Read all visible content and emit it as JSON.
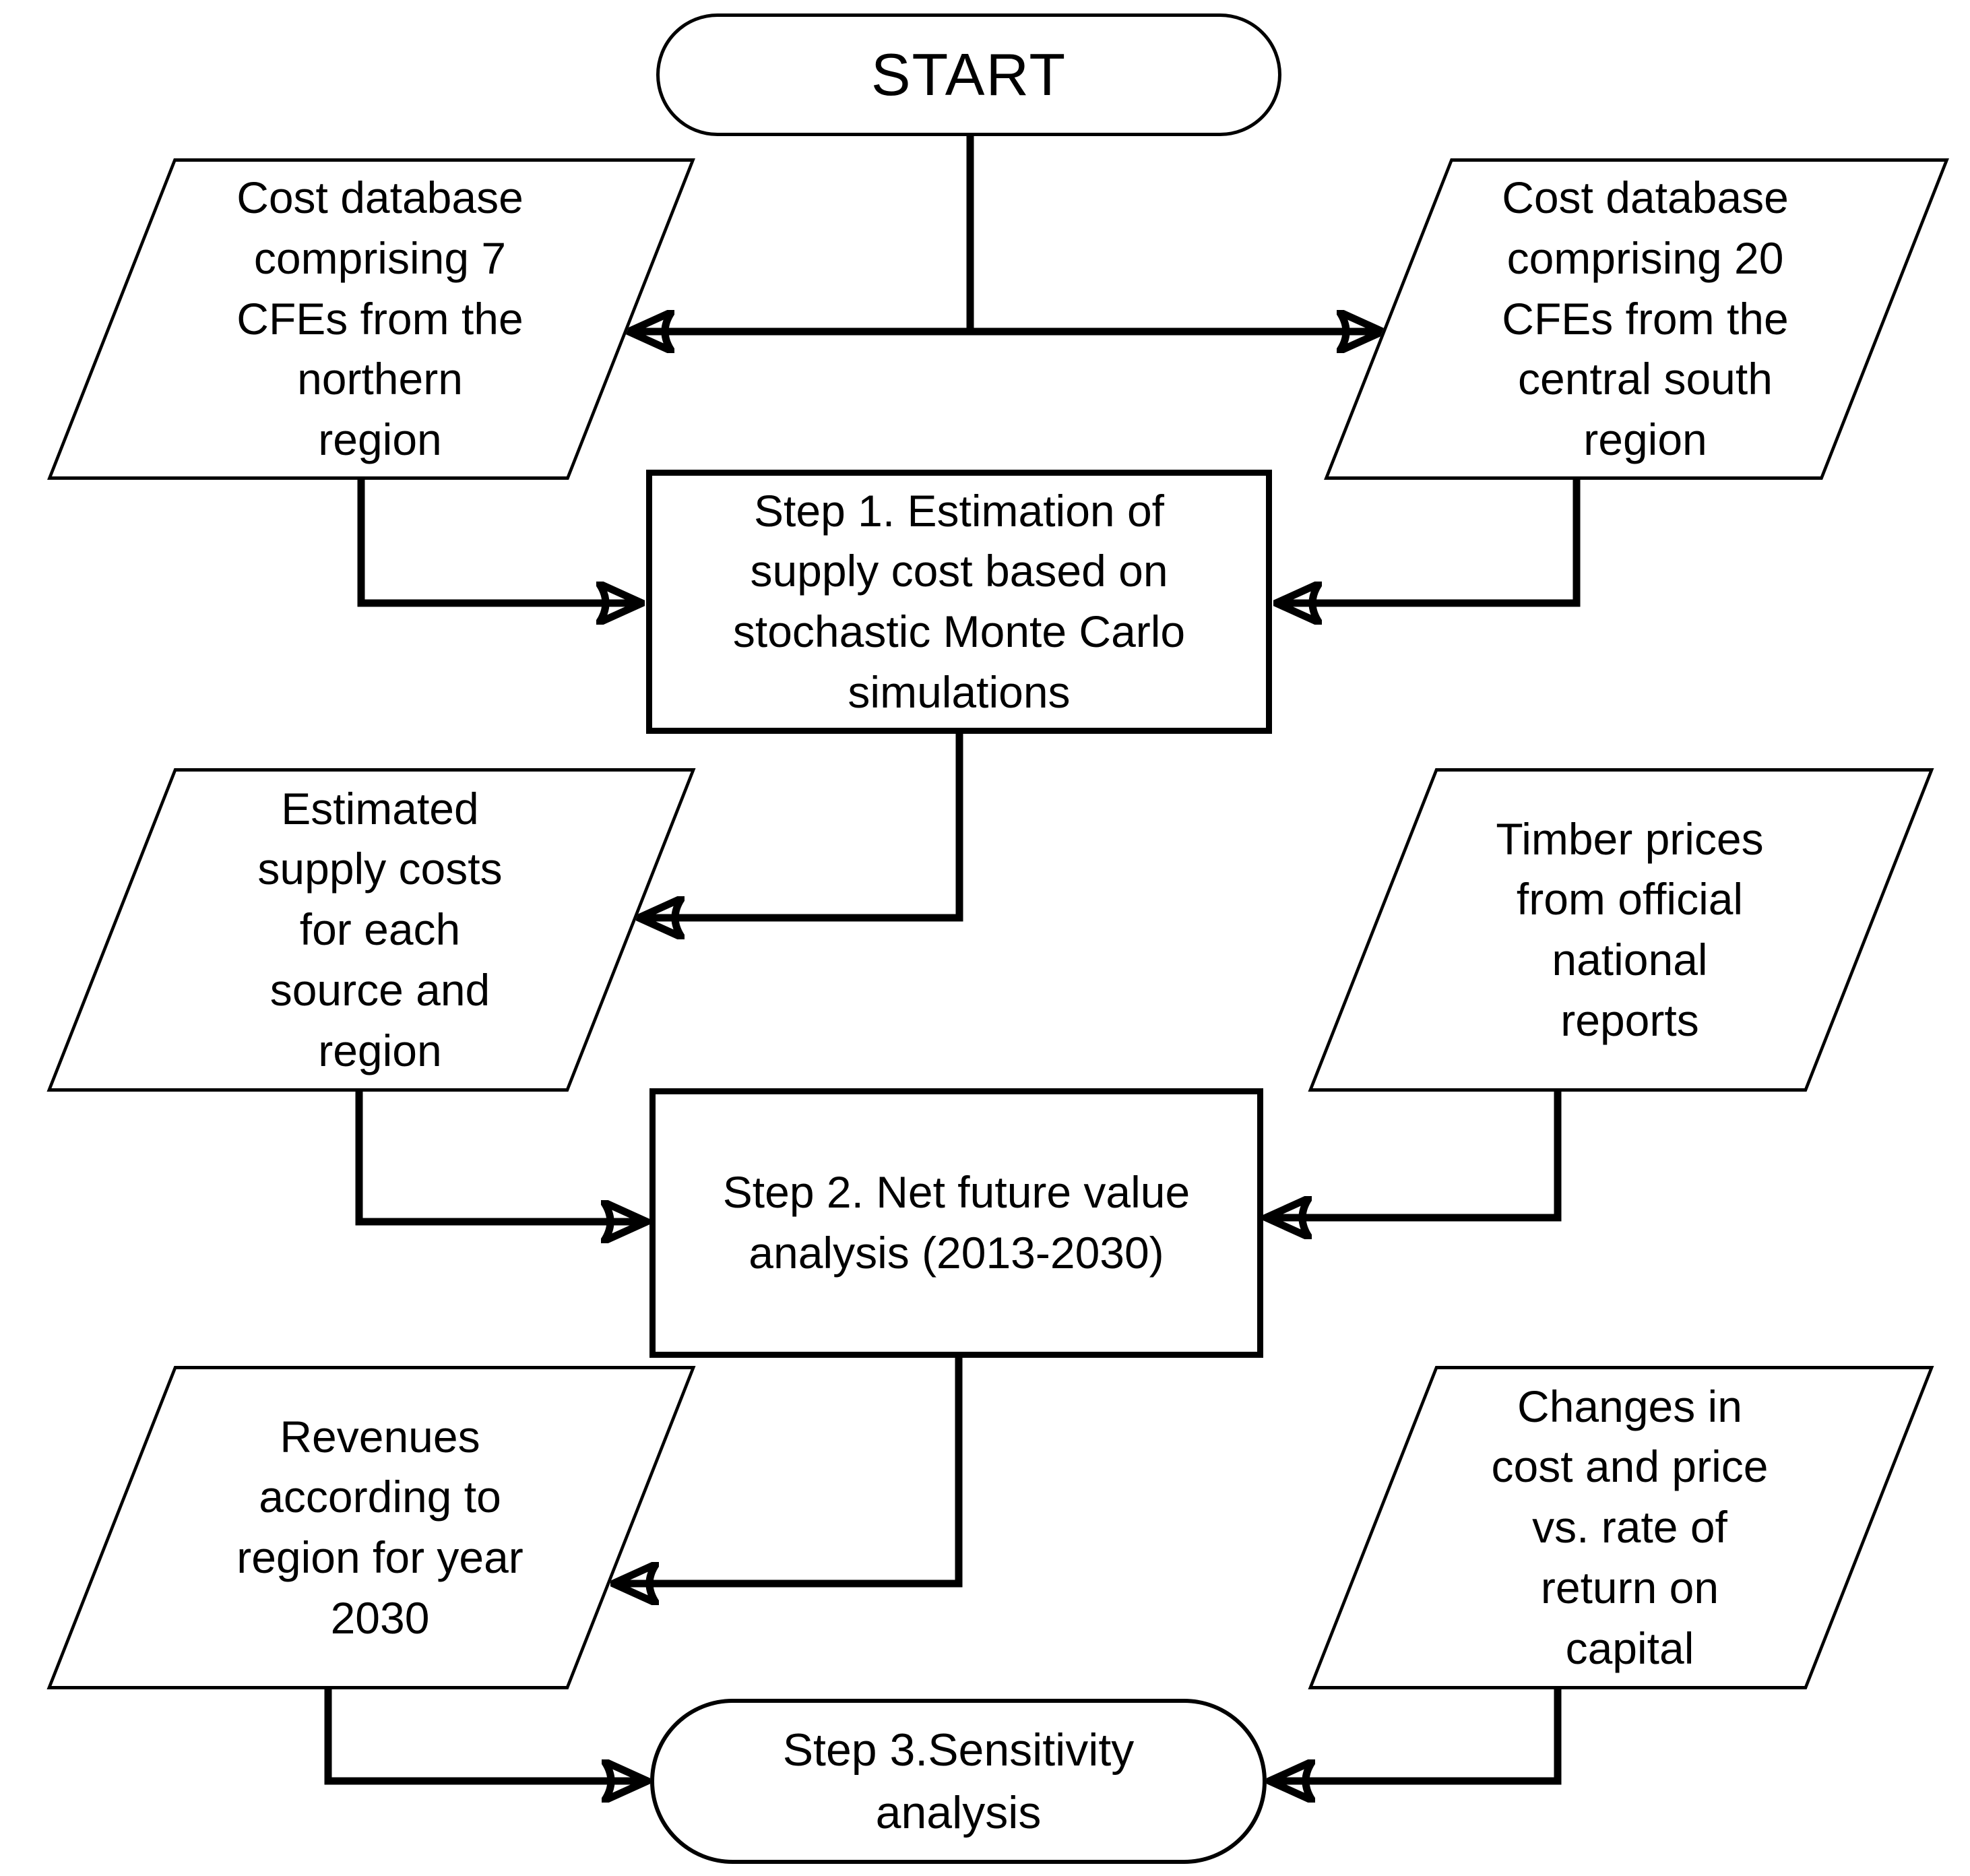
{
  "diagram": {
    "type": "flowchart",
    "background_color": "#ffffff",
    "stroke_color": "#000000",
    "shape_fill": "#ffffff",
    "nodes": {
      "start": {
        "shape": "terminator",
        "label": "START"
      },
      "cost_db_north": {
        "shape": "data-parallelogram",
        "label": "Cost database\ncomprising 7\nCFEs from the\nnorthern\nregion"
      },
      "cost_db_central_south": {
        "shape": "data-parallelogram",
        "label": "Cost database\ncomprising 20\nCFEs from the\ncentral south\nregion"
      },
      "step1": {
        "shape": "process",
        "label": "Step 1. Estimation of\nsupply cost based on\nstochastic Monte Carlo\nsimulations"
      },
      "estimated_supply_costs": {
        "shape": "data-parallelogram",
        "label": "Estimated\nsupply costs\nfor each\nsource and\nregion"
      },
      "timber_prices": {
        "shape": "data-parallelogram",
        "label": "Timber prices\nfrom official\nnational\nreports"
      },
      "step2": {
        "shape": "process",
        "label": "Step 2. Net future value\nanalysis (2013-2030)"
      },
      "revenues_2030": {
        "shape": "data-parallelogram",
        "label": "Revenues\naccording to\nregion for year\n2030"
      },
      "changes_cost_price": {
        "shape": "data-parallelogram",
        "label": "Changes in\ncost and price\nvs. rate of\nreturn on\ncapital"
      },
      "step3": {
        "shape": "terminator",
        "label": "Step 3.Sensitivity\nanalysis"
      }
    },
    "edges": [
      {
        "from": "start",
        "to": "cost_db_north"
      },
      {
        "from": "start",
        "to": "cost_db_central_south"
      },
      {
        "from": "cost_db_north",
        "to": "step1"
      },
      {
        "from": "cost_db_central_south",
        "to": "step1"
      },
      {
        "from": "step1",
        "to": "estimated_supply_costs"
      },
      {
        "from": "estimated_supply_costs",
        "to": "step2"
      },
      {
        "from": "timber_prices",
        "to": "step2"
      },
      {
        "from": "step2",
        "to": "revenues_2030"
      },
      {
        "from": "revenues_2030",
        "to": "step3"
      },
      {
        "from": "changes_cost_price",
        "to": "step3"
      }
    ]
  }
}
